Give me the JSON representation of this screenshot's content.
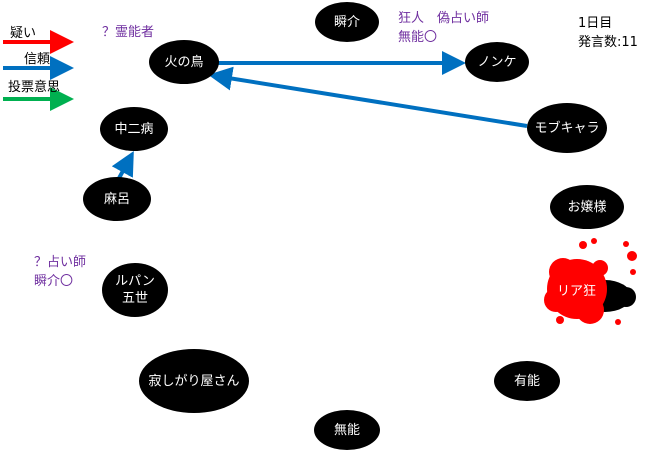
{
  "legend": [
    {
      "label": "疑い",
      "color": "#ff0000"
    },
    {
      "label": "信頼",
      "color": "#0070c0"
    },
    {
      "label": "投票意思",
      "color": "#00b050"
    }
  ],
  "status": {
    "day": "1日目",
    "count": "発言数:11"
  },
  "notes": {
    "hinotori": "？霊能者",
    "shunsuke_1": "狂人　偽占い師",
    "shunsuke_2": "無能〇",
    "lupin_1": "？占い師",
    "lupin_2": "瞬介〇"
  },
  "nodes": {
    "shunsuke": "瞬介",
    "hinotori": "火の鳥",
    "nonke": "ノンケ",
    "chuunibyou": "中二病",
    "mobchara": "モブキャラ",
    "maro": "麻呂",
    "ojousama": "お嬢様",
    "lupin_1": "ルパン",
    "lupin_2": "五世",
    "riakyou": "リア狂",
    "sabishigari": "寂しがり屋さん",
    "yuunou": "有能",
    "munou": "無能"
  },
  "colors": {
    "trust": "#0070c0",
    "note": "#7030a0",
    "blood": "#ff0000"
  }
}
